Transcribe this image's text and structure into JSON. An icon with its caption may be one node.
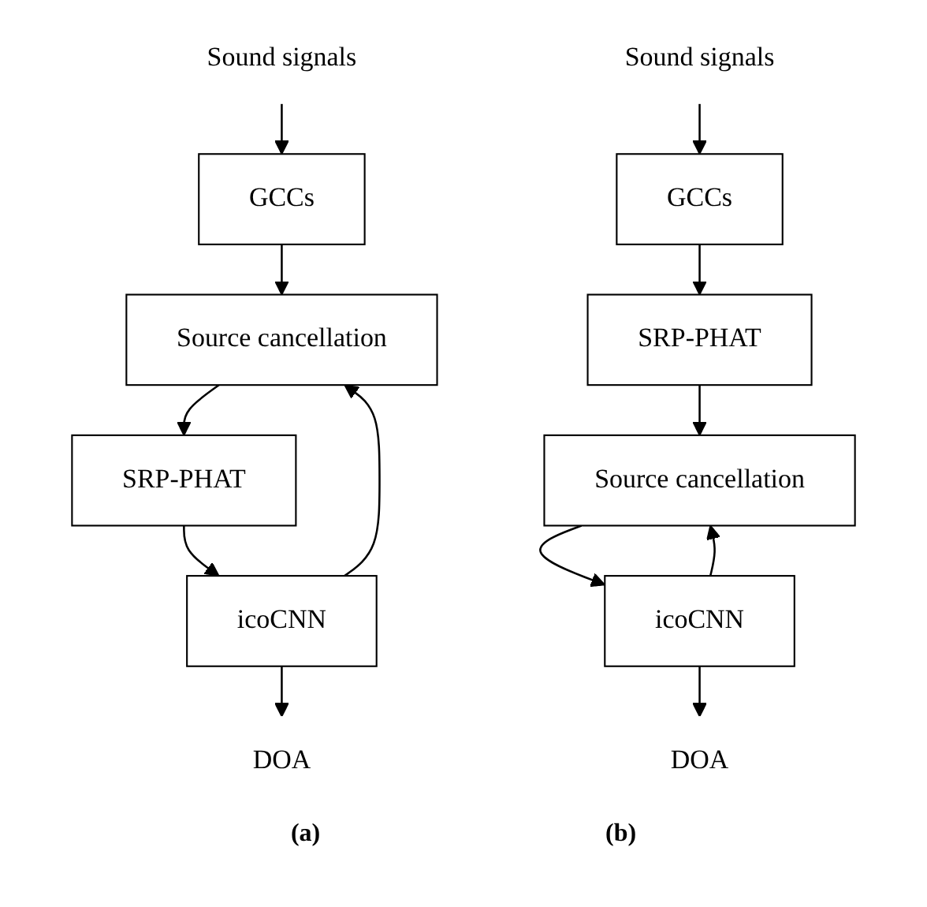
{
  "diagram": {
    "nodes": [
      {
        "text": [
          "Sound signals"
        ]
      },
      {
        "text": [
          "GCCs"
        ]
      },
      {
        "text": [
          "Source cancellation"
        ]
      },
      {
        "text": [
          "SRP-PHAT"
        ]
      },
      {
        "text": [
          "icoCNN"
        ]
      },
      {
        "text": [
          "DOA"
        ]
      },
      {
        "text": [
          "Sound signals"
        ]
      },
      {
        "text": [
          "GCCs"
        ]
      },
      {
        "text": [
          "SRP-PHAT"
        ]
      },
      {
        "text": [
          "Source cancellation"
        ]
      },
      {
        "text": [
          "icoCNN"
        ]
      },
      {
        "text": [
          "DOA"
        ]
      }
    ],
    "edges": [
      {
        "from": 0,
        "to": 1,
        "arrow": "to"
      },
      {
        "from": 1,
        "to": 2,
        "arrow": "to"
      },
      {
        "from": 2,
        "to": 3,
        "arrow": "to"
      },
      {
        "from": 3,
        "to": 4,
        "arrow": "to"
      },
      {
        "from": 4,
        "to": 5,
        "arrow": "to"
      },
      {
        "from": 4,
        "to": 2,
        "arrow": "to"
      },
      {
        "from": 6,
        "to": 7,
        "arrow": "to"
      },
      {
        "from": 7,
        "to": 8,
        "arrow": "to"
      },
      {
        "from": 8,
        "to": 9,
        "arrow": "to"
      },
      {
        "from": 9,
        "to": 10,
        "arrow": "to"
      },
      {
        "from": 10,
        "to": 11,
        "arrow": "to"
      },
      {
        "from": 10,
        "to": 9,
        "arrow": "to"
      }
    ],
    "labels": [
      "(a)",
      "(b)"
    ]
  }
}
